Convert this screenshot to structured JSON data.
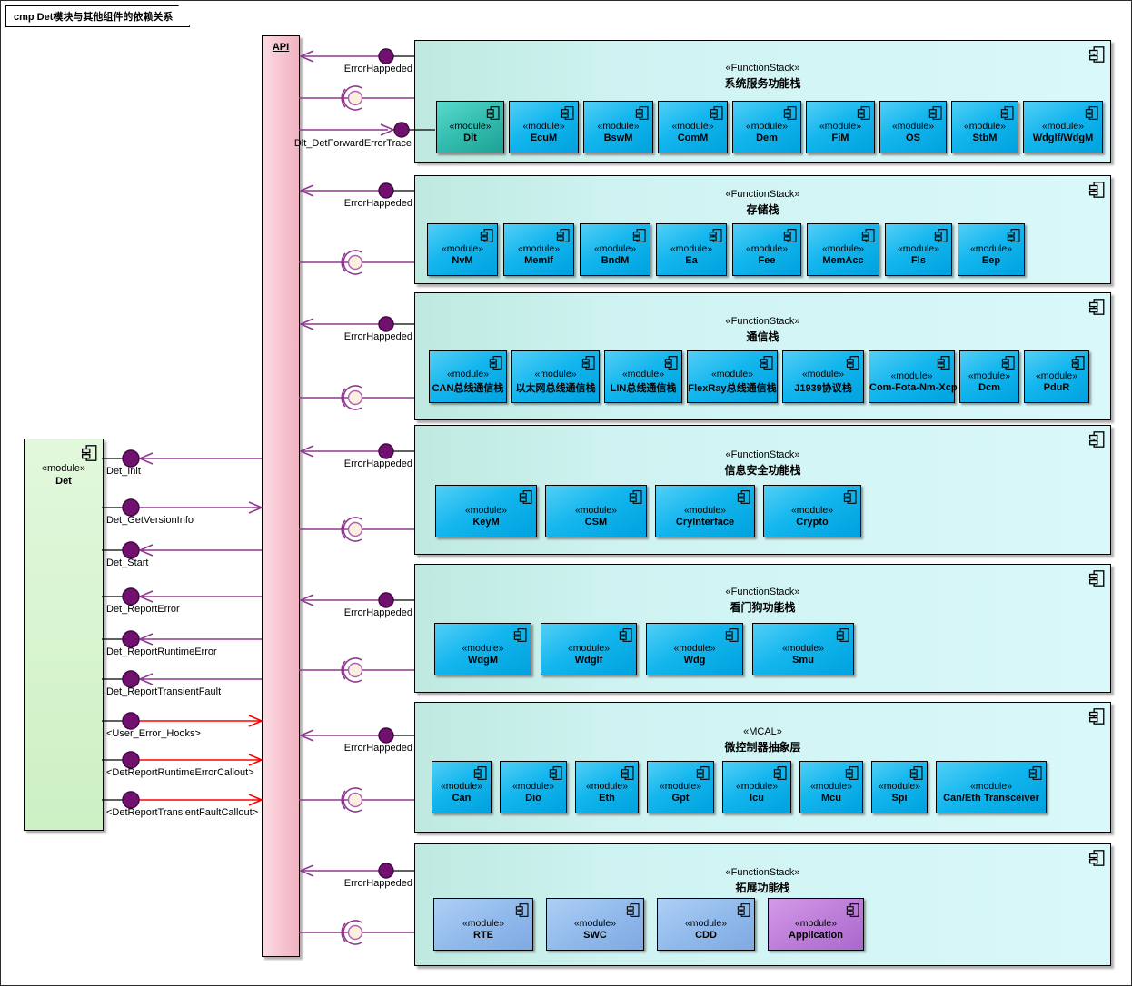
{
  "title": "cmp Det模块与其他组件的依赖关系",
  "api": {
    "label": "API"
  },
  "det": {
    "stereotype": "«module»",
    "name": "Det",
    "interfaces": [
      {
        "label": "Det_Init",
        "dir": "in",
        "color": "purple"
      },
      {
        "label": "Det_GetVersionInfo",
        "dir": "out",
        "color": "purple"
      },
      {
        "label": "Det_Start",
        "dir": "in",
        "color": "purple"
      },
      {
        "label": "Det_ReportError",
        "dir": "in",
        "color": "purple"
      },
      {
        "label": "Det_ReportRuntimeError",
        "dir": "in",
        "color": "purple"
      },
      {
        "label": "Det_ReportTransientFault",
        "dir": "in",
        "color": "purple"
      },
      {
        "label": "<User_Error_Hooks>",
        "dir": "out",
        "color": "red"
      },
      {
        "label": "<DetReportRuntimeErrorCallout>",
        "dir": "out",
        "color": "red"
      },
      {
        "label": "<DetReportTransientFaultCallout>",
        "dir": "out",
        "color": "red"
      }
    ]
  },
  "connections": {
    "error_label": "ErrorHappeded",
    "dlt_forward_label": "Dlt_DetForwardErrorTrace"
  },
  "colors": {
    "connector_purple": "#8E388E",
    "connector_red": "#FF0000",
    "ball_fill": "#71106F",
    "socket_fill": "#FBEFDF",
    "module_blue": "#14B6EE",
    "module_teal": "#33BDB0",
    "module_periwinkle": "#92BBEC",
    "module_purple": "#BD7FD9",
    "api_pink": "#F6C3CF",
    "det_green": "#CDF0C4",
    "stack_cyan": "#CFF3F2"
  },
  "stacks": [
    {
      "stereotype": "«FunctionStack»",
      "name": "系统服务功能栈",
      "modules": [
        {
          "stereotype": "«module»",
          "name": "Dlt",
          "variant": "teal"
        },
        {
          "stereotype": "«module»",
          "name": "EcuM",
          "variant": "blue"
        },
        {
          "stereotype": "«module»",
          "name": "BswM",
          "variant": "blue"
        },
        {
          "stereotype": "«module»",
          "name": "ComM",
          "variant": "blue"
        },
        {
          "stereotype": "«module»",
          "name": "Dem",
          "variant": "blue"
        },
        {
          "stereotype": "«module»",
          "name": "FiM",
          "variant": "blue"
        },
        {
          "stereotype": "«module»",
          "name": "OS",
          "variant": "blue"
        },
        {
          "stereotype": "«module»",
          "name": "StbM",
          "variant": "blue"
        },
        {
          "stereotype": "«module»",
          "name": "WdgIf/WdgM",
          "variant": "blue"
        }
      ]
    },
    {
      "stereotype": "«FunctionStack»",
      "name": "存储栈",
      "modules": [
        {
          "stereotype": "«module»",
          "name": "NvM",
          "variant": "blue"
        },
        {
          "stereotype": "«module»",
          "name": "MemIf",
          "variant": "blue"
        },
        {
          "stereotype": "«module»",
          "name": "BndM",
          "variant": "blue"
        },
        {
          "stereotype": "«module»",
          "name": "Ea",
          "variant": "blue"
        },
        {
          "stereotype": "«module»",
          "name": "Fee",
          "variant": "blue"
        },
        {
          "stereotype": "«module»",
          "name": "MemAcc",
          "variant": "blue"
        },
        {
          "stereotype": "«module»",
          "name": "Fls",
          "variant": "blue"
        },
        {
          "stereotype": "«module»",
          "name": "Eep",
          "variant": "blue"
        }
      ]
    },
    {
      "stereotype": "«FunctionStack»",
      "name": "通信栈",
      "modules": [
        {
          "stereotype": "«module»",
          "name": "CAN总线通信栈",
          "variant": "blue"
        },
        {
          "stereotype": "«module»",
          "name": "以太网总线通信栈",
          "variant": "blue"
        },
        {
          "stereotype": "«module»",
          "name": "LIN总线通信栈",
          "variant": "blue"
        },
        {
          "stereotype": "«module»",
          "name": "FlexRay总线通信栈",
          "variant": "blue"
        },
        {
          "stereotype": "«module»",
          "name": "J1939协议栈",
          "variant": "blue"
        },
        {
          "stereotype": "«module»",
          "name": "Com-Fota-Nm-Xcp",
          "variant": "blue"
        },
        {
          "stereotype": "«module»",
          "name": "Dcm",
          "variant": "blue"
        },
        {
          "stereotype": "«module»",
          "name": "PduR",
          "variant": "blue"
        }
      ]
    },
    {
      "stereotype": "«FunctionStack»",
      "name": "信息安全功能栈",
      "modules": [
        {
          "stereotype": "«module»",
          "name": "KeyM",
          "variant": "blue"
        },
        {
          "stereotype": "«module»",
          "name": "CSM",
          "variant": "blue"
        },
        {
          "stereotype": "«module»",
          "name": "CryInterface",
          "variant": "blue"
        },
        {
          "stereotype": "«module»",
          "name": "Crypto",
          "variant": "blue"
        }
      ]
    },
    {
      "stereotype": "«FunctionStack»",
      "name": "看门狗功能栈",
      "modules": [
        {
          "stereotype": "«module»",
          "name": "WdgM",
          "variant": "blue"
        },
        {
          "stereotype": "«module»",
          "name": "WdgIf",
          "variant": "blue"
        },
        {
          "stereotype": "«module»",
          "name": "Wdg",
          "variant": "blue"
        },
        {
          "stereotype": "«module»",
          "name": "Smu",
          "variant": "blue"
        }
      ]
    },
    {
      "stereotype": "«MCAL»",
      "name": "微控制器抽象层",
      "modules": [
        {
          "stereotype": "«module»",
          "name": "Can",
          "variant": "blue"
        },
        {
          "stereotype": "«module»",
          "name": "Dio",
          "variant": "blue"
        },
        {
          "stereotype": "«module»",
          "name": "Eth",
          "variant": "blue"
        },
        {
          "stereotype": "«module»",
          "name": "Gpt",
          "variant": "blue"
        },
        {
          "stereotype": "«module»",
          "name": "Icu",
          "variant": "blue"
        },
        {
          "stereotype": "«module»",
          "name": "Mcu",
          "variant": "blue"
        },
        {
          "stereotype": "«module»",
          "name": "Spi",
          "variant": "blue"
        },
        {
          "stereotype": "«module»",
          "name": "Can/Eth Transceiver",
          "variant": "blue"
        }
      ]
    },
    {
      "stereotype": "«FunctionStack»",
      "name": "拓展功能栈",
      "modules": [
        {
          "stereotype": "«module»",
          "name": "RTE",
          "variant": "periwinkle"
        },
        {
          "stereotype": "«module»",
          "name": "SWC",
          "variant": "periwinkle"
        },
        {
          "stereotype": "«module»",
          "name": "CDD",
          "variant": "periwinkle"
        },
        {
          "stereotype": "«module»",
          "name": "Application",
          "variant": "purple"
        }
      ]
    }
  ]
}
